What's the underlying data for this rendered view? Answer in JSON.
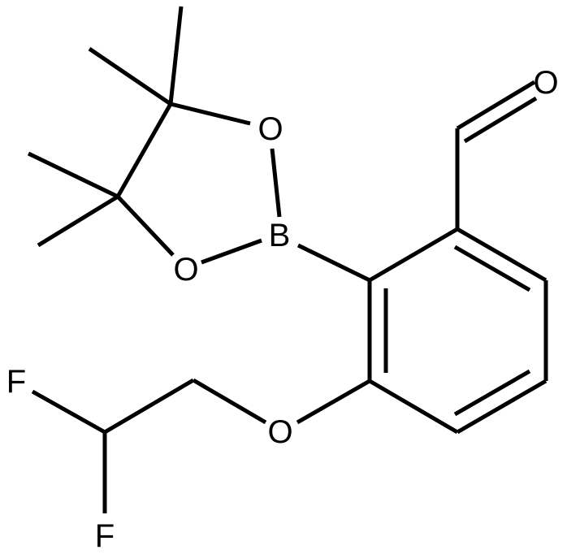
{
  "molecule": {
    "atoms": {
      "aldehyde_o": "O",
      "ring_o_top": "O",
      "ring_o_bottom": "O",
      "boron": "B",
      "ether_o": "O",
      "fluorine_top": "F",
      "fluorine_bottom": "F"
    }
  },
  "colors": {
    "bond": "#000000",
    "label": "#000000",
    "background": "#ffffff"
  }
}
